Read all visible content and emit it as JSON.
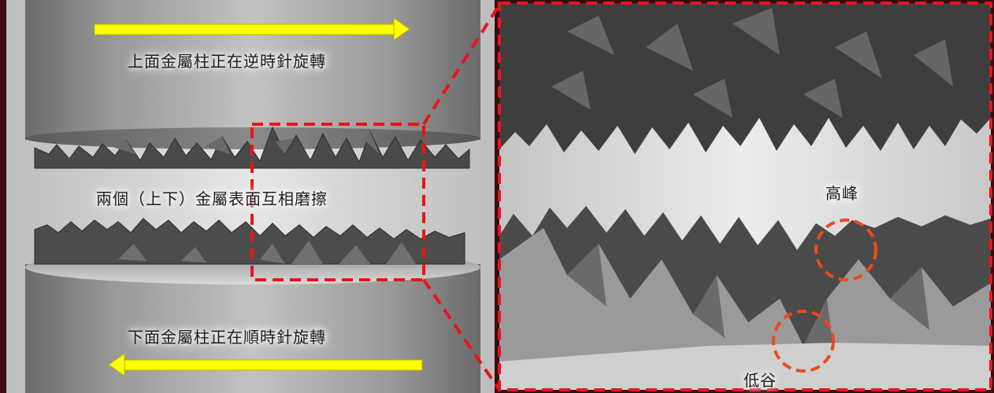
{
  "labels": {
    "top_rotation": "上面金屬柱正在逆時針旋轉",
    "friction": "兩個（上下）金屬表面互相磨擦",
    "bottom_rotation": "下面金屬柱正在順時針旋轉",
    "peak": "高峰",
    "valley": "低谷"
  },
  "colors": {
    "arrow": "#ffff00",
    "highlight": "#e8141c",
    "circle": "#ee4a1a",
    "background": "#3a0a0c"
  }
}
